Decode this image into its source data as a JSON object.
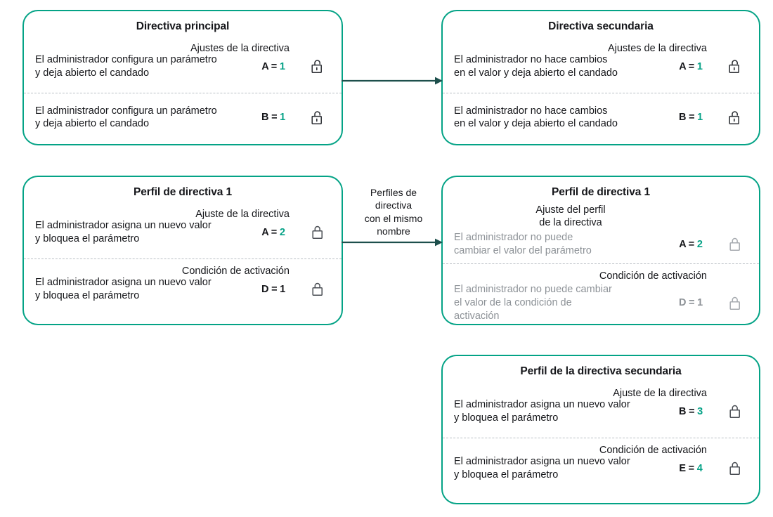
{
  "theme": {
    "accent": "#06a287",
    "border": "#04a386",
    "arrow": "#1d4f4c",
    "text": "#15161a",
    "muted": "#8d9297",
    "divider": "#b9bfc4"
  },
  "cards": [
    {
      "id": "primary-policy",
      "title": "Directiva principal",
      "rows": [
        {
          "header": "Ajustes de la directiva",
          "header_align": "right",
          "description": "El administrador configura un parámetro\ny deja abierto el candado",
          "value_key": "A",
          "value_sep": " = ",
          "value_num": "1",
          "value_num_accent": false,
          "lock": "lock-open-icon",
          "muted": false
        },
        {
          "header": "",
          "header_align": "right",
          "description": "El administrador configura un parámetro\ny deja abierto el candado",
          "value_key": "B",
          "value_sep": " = ",
          "value_num": "1",
          "value_num_accent": true,
          "lock": "lock-open-icon",
          "muted": false
        }
      ]
    },
    {
      "id": "secondary-policy",
      "title": "Directiva secundaria",
      "rows": [
        {
          "header": "Ajustes de la directiva",
          "header_align": "right",
          "description": "El administrador no hace cambios\nen el valor y deja abierto el candado",
          "value_key": "A",
          "value_sep": " = ",
          "value_num": "1",
          "value_num_accent": false,
          "lock": "lock-open-icon",
          "muted": false
        },
        {
          "header": "",
          "header_align": "right",
          "description": "El administrador no hace cambios\nen el valor y deja abierto el candado",
          "value_key": "B",
          "value_sep": " = ",
          "value_num": "1",
          "value_num_accent": true,
          "lock": "lock-open-icon",
          "muted": false
        }
      ]
    },
    {
      "id": "policy-profile-1-left",
      "title": "Perfil de directiva 1",
      "rows": [
        {
          "header": "Ajuste de la directiva",
          "header_align": "right",
          "description": "El administrador asigna un nuevo valor\ny bloquea el parámetro",
          "value_key": "A",
          "value_sep": " = ",
          "value_num": "2",
          "value_num_accent": true,
          "lock": "lock-closed-icon",
          "muted": false
        },
        {
          "header": "Condición de activación",
          "header_align": "right",
          "description": "El administrador asigna un nuevo valor\ny bloquea el parámetro",
          "value_key": "D",
          "value_sep": " = ",
          "value_num": "1",
          "value_num_accent": false,
          "lock": "lock-closed-icon",
          "muted": false
        }
      ]
    },
    {
      "id": "policy-profile-1-right",
      "title": "Perfil de directiva 1",
      "rows": [
        {
          "header": "Ajuste del perfil\nde la directiva",
          "header_align": "center",
          "description": "El administrador no puede\ncambiar el valor del parámetro",
          "value_key": "A",
          "value_sep": " = ",
          "value_num": "2",
          "value_num_accent": true,
          "lock": "lock-closed-icon",
          "muted": true
        },
        {
          "header": "Condición de activación",
          "header_align": "right",
          "description": "El administrador no puede cambiar\nel valor de la condición de\nactivación",
          "value_key": "D",
          "value_sep": " = ",
          "value_num": "1",
          "value_num_accent": false,
          "lock": "lock-closed-icon",
          "muted": true
        }
      ]
    },
    {
      "id": "secondary-policy-profile",
      "title": "Perfil de la directiva secundaria",
      "rows": [
        {
          "header": "Ajuste de la directiva",
          "header_align": "right",
          "description": "El administrador asigna un nuevo valor\ny bloquea el parámetro",
          "value_key": "B",
          "value_sep": " = ",
          "value_num": "3",
          "value_num_accent": true,
          "lock": "lock-closed-icon",
          "muted": false
        },
        {
          "header": "Condición de activación",
          "header_align": "right",
          "description": "El administrador asigna un nuevo valor\ny bloquea el parámetro",
          "value_key": "E",
          "value_sep": " = ",
          "value_num": "4",
          "value_num_accent": true,
          "lock": "lock-closed-icon",
          "muted": false
        }
      ]
    }
  ],
  "arrows": [
    {
      "id": "arrow-policy-to-policy",
      "label": ""
    },
    {
      "id": "arrow-profile-to-profile",
      "label": "Perfiles de\ndirectiva\ncon el mismo\nnombre"
    }
  ]
}
